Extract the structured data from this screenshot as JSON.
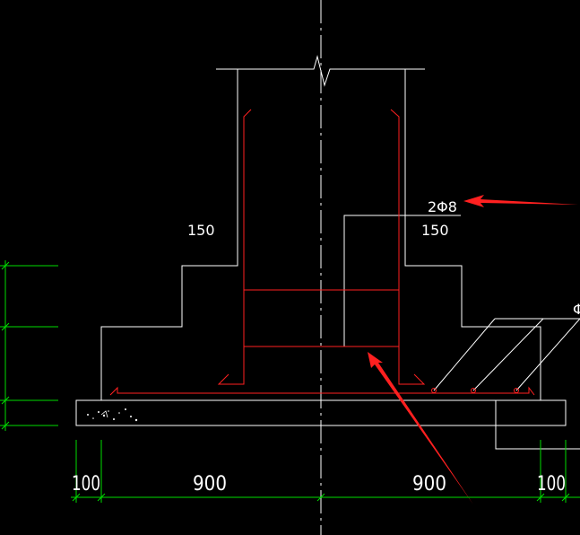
{
  "drawing": {
    "background_color": "#000000",
    "line_color": "#ffffff",
    "rebar_color": "#ff2020",
    "dimension_color": "#00dd00",
    "annotation_arrow_color": "#ff2020"
  },
  "labels": {
    "rebar_callout": "2Φ8",
    "step_width_left": "150",
    "step_width_right": "150",
    "right_edge_partial": "Φ"
  },
  "dimensions": {
    "left_cushion": "100",
    "left_half_width": "900",
    "right_half_width": "900",
    "right_cushion": "100"
  }
}
